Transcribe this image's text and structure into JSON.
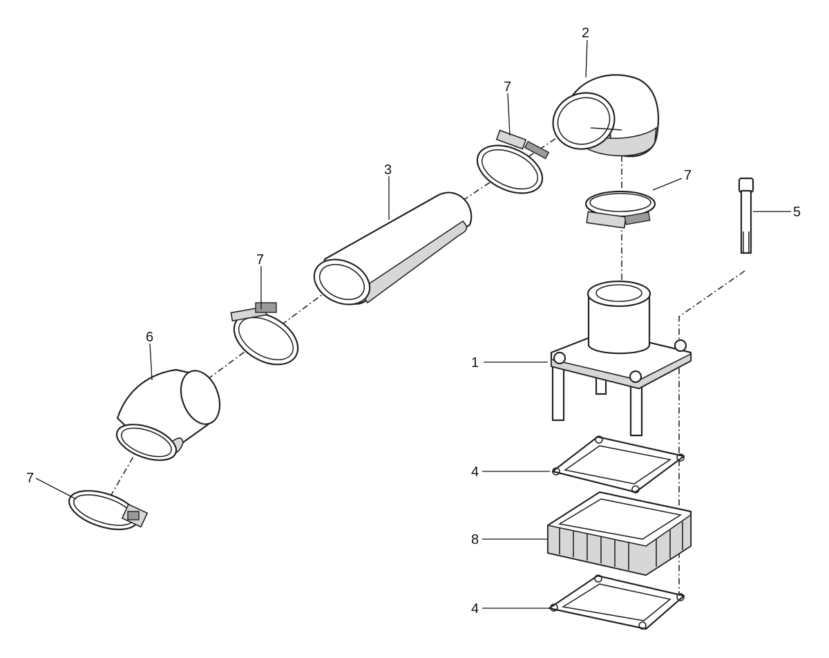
{
  "callouts": {
    "part_1": "1",
    "part_2": "2",
    "part_3": "3",
    "part_4_upper": "4",
    "part_4_lower": "4",
    "part_5": "5",
    "part_6": "6",
    "part_7_a": "7",
    "part_7_b": "7",
    "part_7_c": "7",
    "part_7_d": "7",
    "part_8": "8"
  }
}
